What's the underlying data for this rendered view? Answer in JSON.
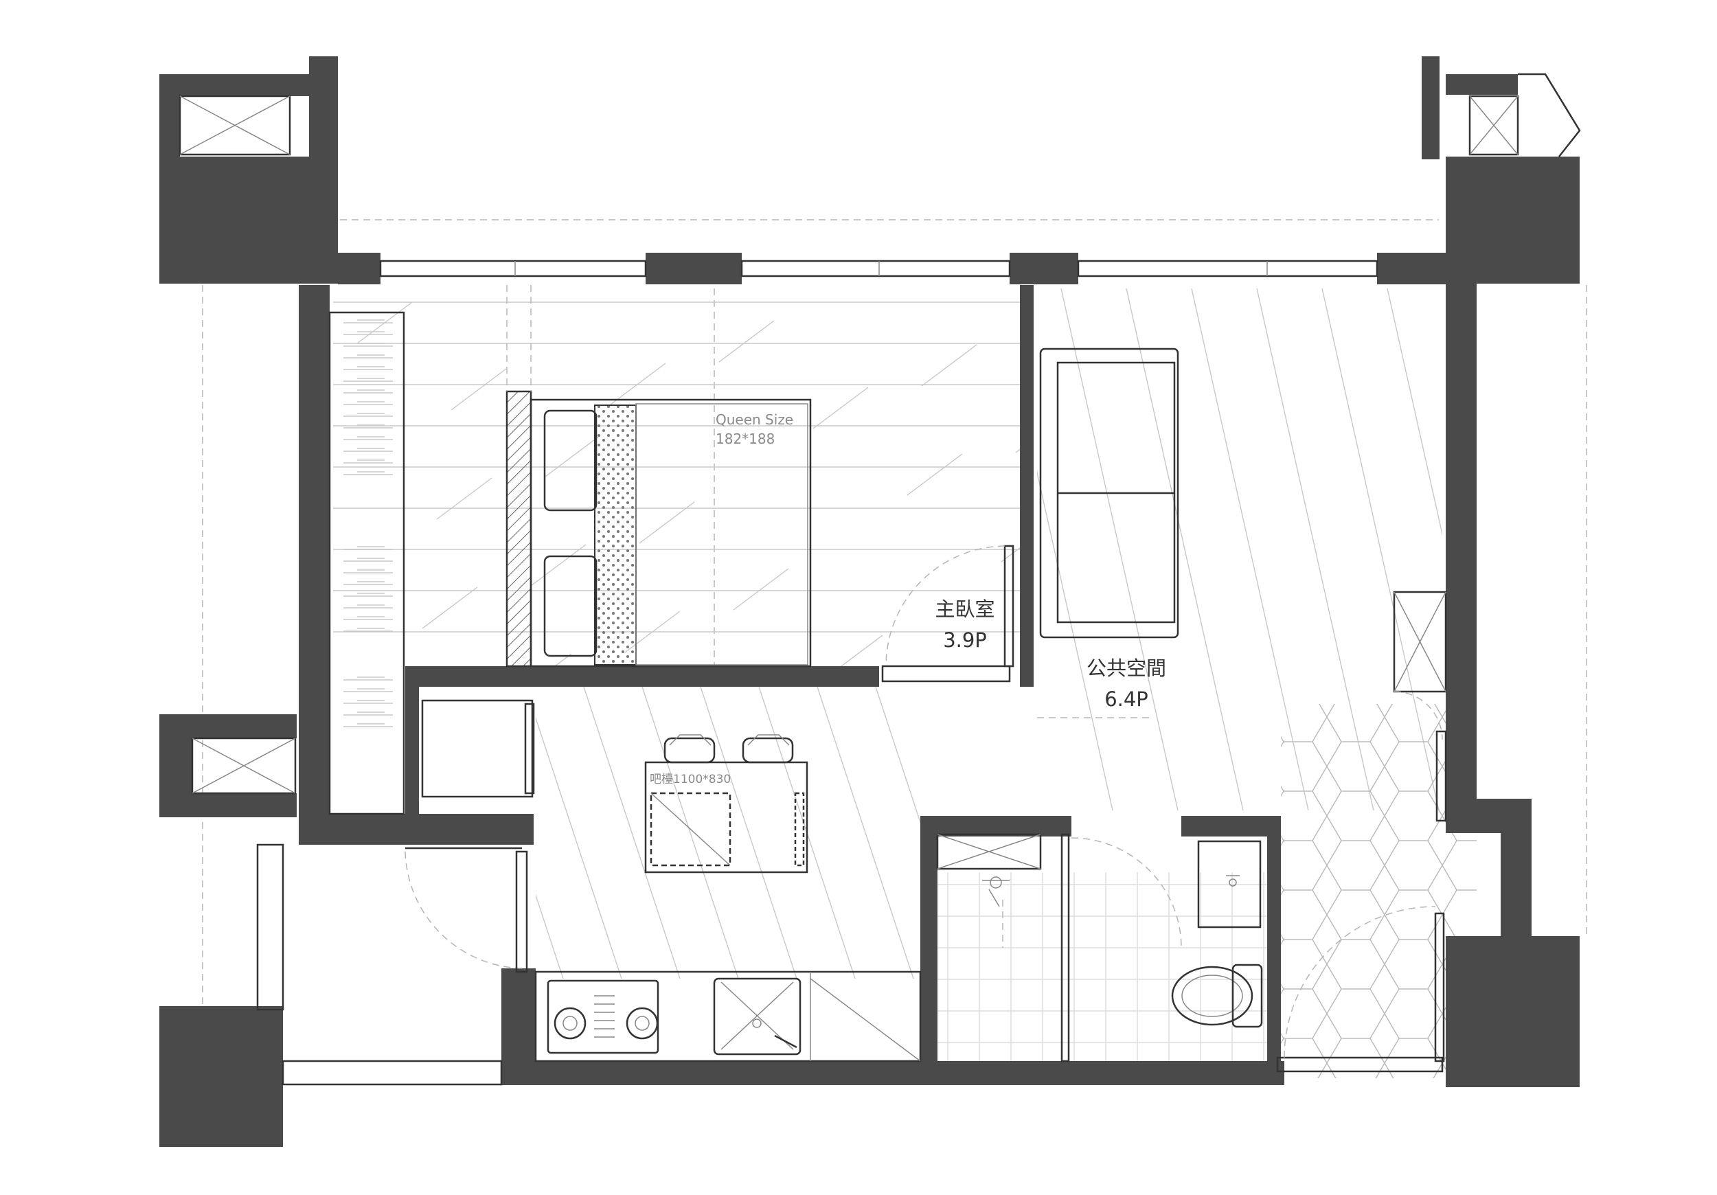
{
  "rooms": {
    "master_bedroom": {
      "name": "主臥室",
      "area": "3.9P"
    },
    "public_space": {
      "name": "公共空間",
      "area": "6.4P"
    }
  },
  "furniture": {
    "bed": {
      "line1": "Queen Size",
      "line2": "182*188"
    },
    "bar_counter": "吧檯1100*830"
  },
  "colors": {
    "wall": "#4a4a4a",
    "line": "#333333",
    "floor_pattern": "#c8c8c8"
  }
}
